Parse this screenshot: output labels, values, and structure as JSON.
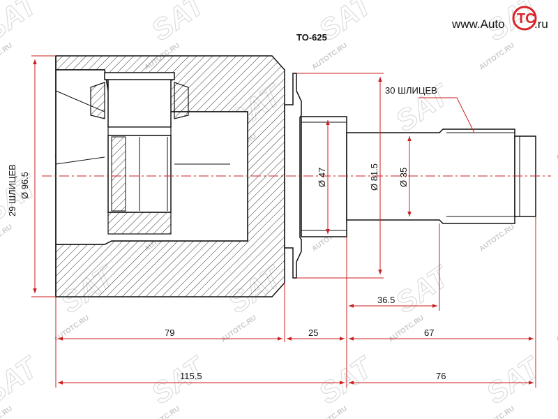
{
  "part_number": "TO-625",
  "logo": {
    "text_prefix": "www.Auto",
    "text_badge": "TC",
    "text_suffix": ".ru"
  },
  "watermark": {
    "repeat_text": "AUTOTC.RU",
    "brand_text": "SAT"
  },
  "dimensions": {
    "d_96_5": "Ø 96.5",
    "splines_29": "29 ШЛИЦЕВ",
    "splines_30": "30 ШЛИЦЕВ",
    "d_47": "Ø 47",
    "d_81_5": "Ø 81.5",
    "d_35": "Ø 35",
    "len_36_5": "36.5",
    "len_79": "79",
    "len_25": "25",
    "len_67": "67",
    "len_115_5": "115.5",
    "len_76": "76"
  },
  "colors": {
    "outline": "#111111",
    "dimension": "#cc1f1f",
    "hatch": "#333333",
    "watermark": "#c9c9c9",
    "logo_red": "#d9232a"
  }
}
